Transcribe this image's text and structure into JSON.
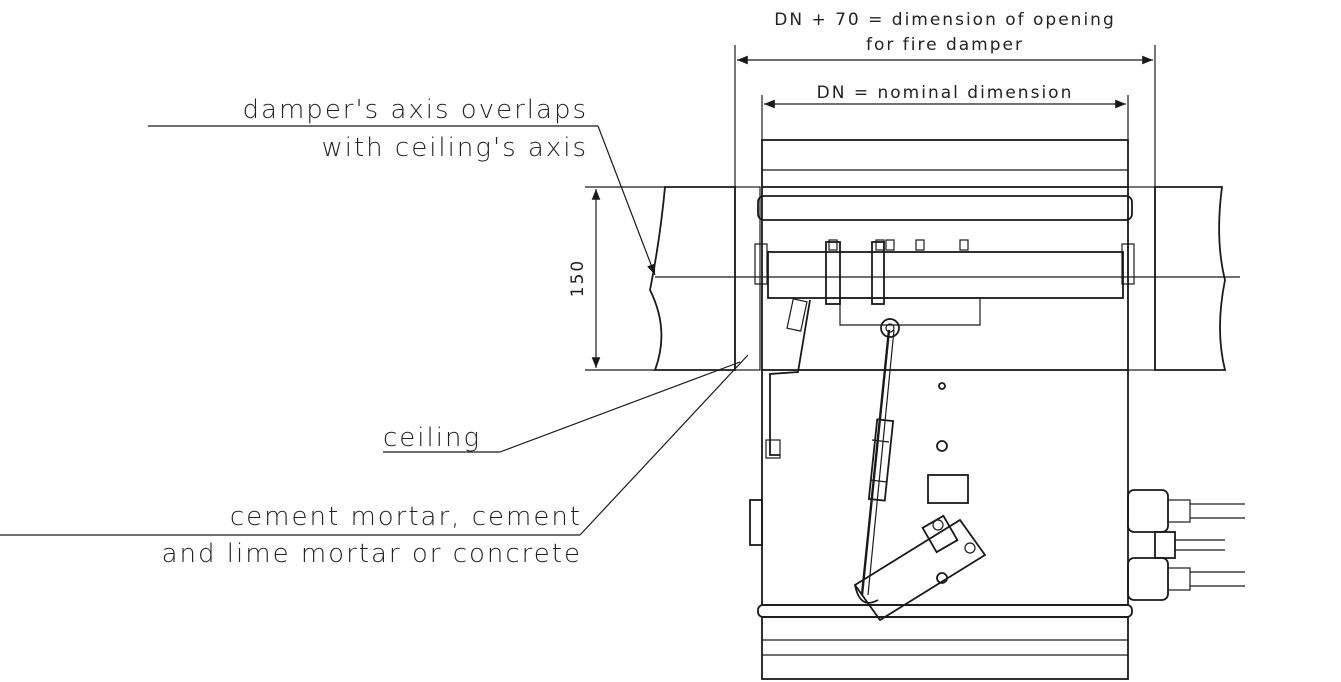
{
  "labels": {
    "dn70_line1": "DN + 70 = dimension of opening",
    "dn70_line2": "for fire damper",
    "dn": "DN = nominal dimension",
    "axis_line1": "damper's axis overlaps",
    "axis_line2": "with ceiling's axis",
    "dim150": "150",
    "ceiling": "ceiling",
    "mortar_line1": "cement mortar, cement",
    "mortar_line2": "and lime mortar or concrete"
  },
  "colors": {
    "line": "#1a1a1a",
    "hatch": "#333333",
    "background": "#ffffff"
  }
}
